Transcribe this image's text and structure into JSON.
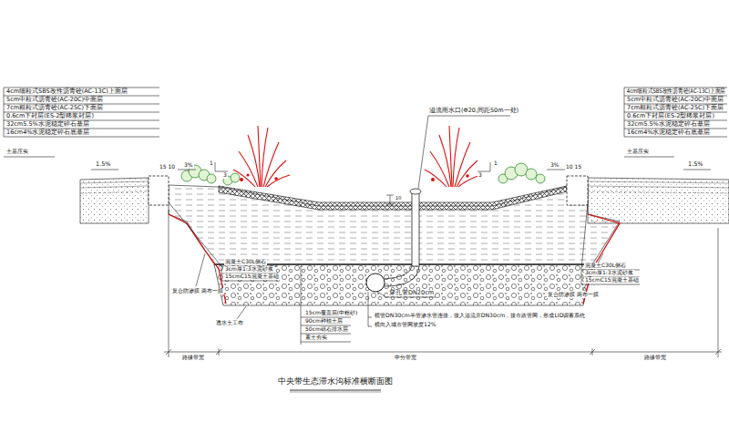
{
  "diagram": {
    "title": "中央带生态滞水沟标准横断面图",
    "labels": [
      "4cm细粒式SBS改性沥青砼(AC-13C)上面层",
      "5cm中粒式沥青砼(AC-20C)中面层",
      "7cm粗粒式沥青砼(AC-25C)下面层",
      "0.6cm下封层(ES-2型稀浆封层)",
      "32cm5.5%水泥稳定碎石基层",
      "16cm4%水泥稳定碎石底基层",
      "土基压实",
      "4cm细粒式SBS改性沥青砼(AC-13C)上面层",
      "5cm中粒式沥青砼(AC-20C)中面层",
      "7cm粗粒式沥青砼(AC-25C)下面层",
      "0.6cm下封层(ES-2型稀浆封层)",
      "32cm5.5%水泥稳定碎石基层",
      "16cm4%水泥稳定碎石底基层",
      "土基压实",
      "1.5%",
      "1.5%",
      "15 10",
      "10 15",
      "3%",
      "3%",
      "1",
      "3",
      "1",
      "3",
      "溢流雨水口(Φ20,间距50m一处)",
      "10",
      "混凝土C30L侧石",
      "3cm厚1:3水泥砂浆",
      "15cmC15混凝土基础",
      "混凝土C30L侧石",
      "3cm厚1:3水泥砂浆",
      "15cmC15混凝土基础",
      "复合防渗膜 两布一膜",
      "复合防渗膜 两布一膜",
      "透水土工布",
      "15cm覆盖层(中粗砂)",
      "90cm种植土层",
      "50cm砾石排水层",
      "素土夯实",
      "穿孔管DN20cm",
      "横管DN30cm半管渗水管连接，接入溢流井DN30cm，接市政管网，形成LID调蓄系统",
      "横向入城市管网坡度12%",
      "路缘带宽",
      "中分带宽",
      "路缘带宽"
    ]
  }
}
